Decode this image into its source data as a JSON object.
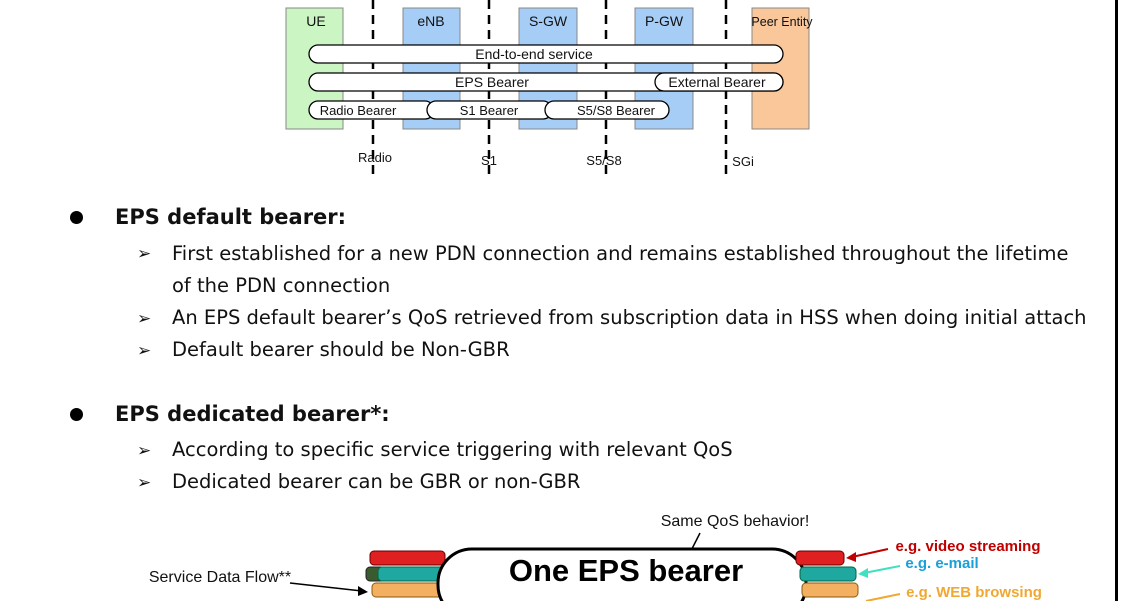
{
  "diagram": {
    "nodes": [
      "UE",
      "eNB",
      "S-GW",
      "P-GW",
      "Peer Entity"
    ],
    "interfaces": [
      "Radio",
      "S1",
      "S5/S8",
      "SGi"
    ],
    "bearers": {
      "end_to_end": "End-to-end service",
      "eps": "EPS Bearer",
      "external": "External Bearer",
      "radio": "Radio Bearer",
      "s1": "S1  Bearer",
      "s5s8": "S5/S8 Bearer"
    }
  },
  "sections": [
    {
      "heading": "EPS default bearer:",
      "items": [
        "First established for a new PDN connection and remains established throughout the lifetime of the PDN connection",
        "An EPS default bearer’s QoS retrieved from subscription data in HSS when doing initial attach",
        "Default bearer should be Non-GBR"
      ]
    },
    {
      "heading": "EPS dedicated bearer*:",
      "items": [
        "According to specific service triggering with relevant QoS",
        "Dedicated bearer can be GBR or non-GBR"
      ]
    }
  ],
  "bottom_diagram": {
    "qos_note": "Same QoS behavior!",
    "sdf_label": "Service Data Flow**",
    "bearer_label": "One EPS bearer",
    "examples": [
      "e.g. video streaming",
      "e.g. e-mail",
      "e.g. WEB browsing"
    ],
    "colors": {
      "video": "#c00000",
      "email": "#1aa0d8",
      "web": "#f0a830"
    }
  }
}
